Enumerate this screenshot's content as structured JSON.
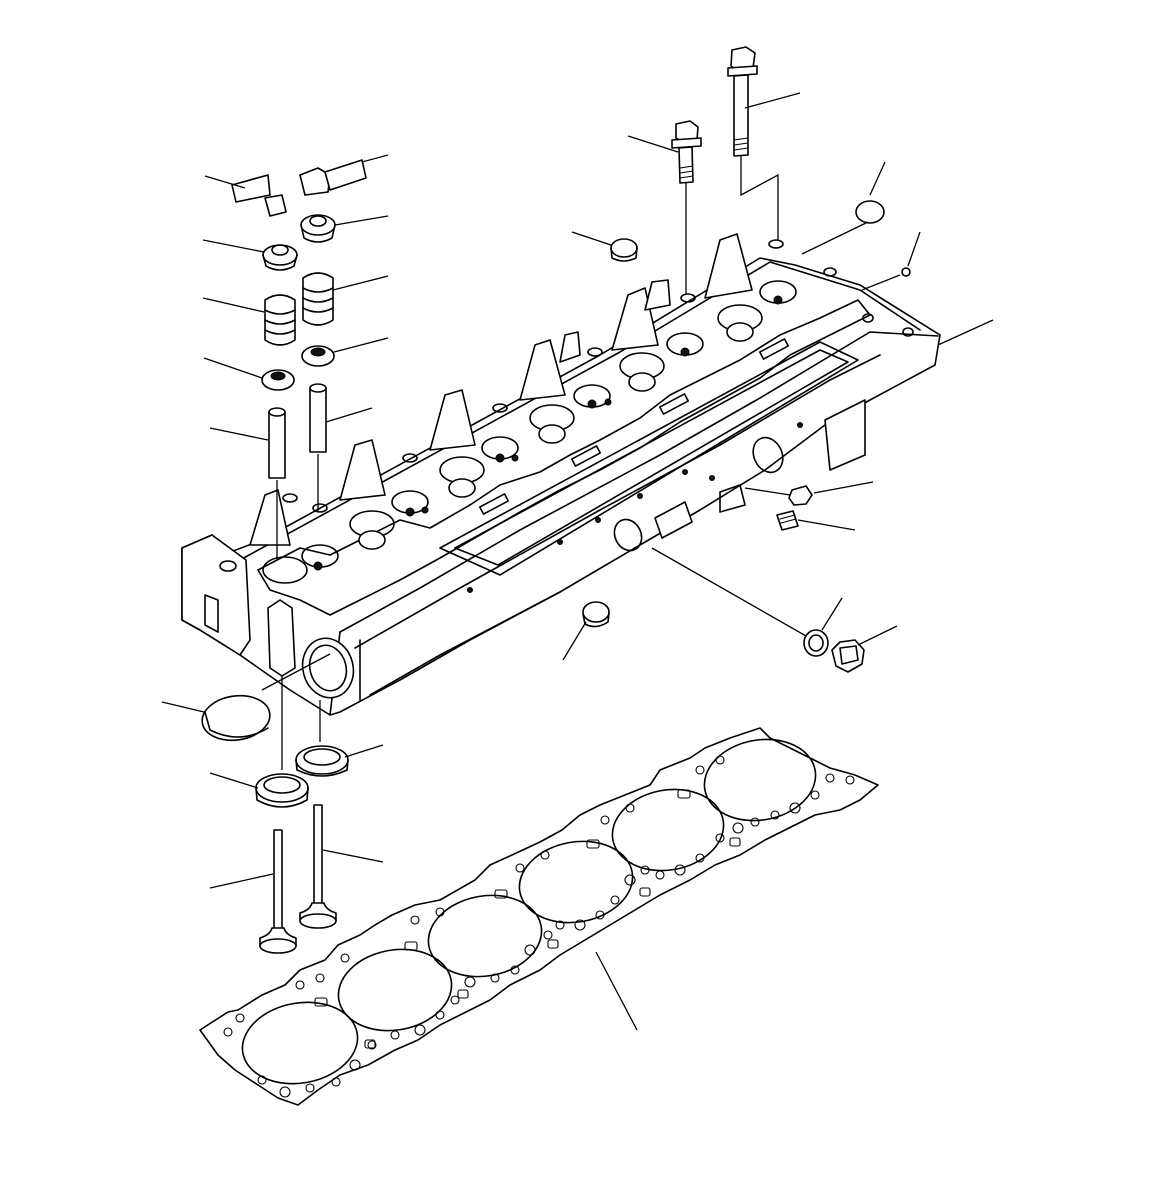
{
  "diagram": {
    "kind": "exploded-parts-view",
    "subject_parts": [
      "cylinder-head",
      "head-gasket",
      "head-bolt-long",
      "head-bolt-short",
      "intake-valve",
      "exhaust-valve",
      "valve-spring",
      "valve-spring-seat",
      "valve-stem-seal",
      "valve-retainer",
      "valve-cotter",
      "valve-guide",
      "valve-seat-insert",
      "expansion-plug",
      "pipe-plug",
      "drain-plug",
      "sealing-washer",
      "dowel-pin"
    ],
    "colors": {
      "line": "#000000",
      "background": "#ffffff"
    }
  }
}
